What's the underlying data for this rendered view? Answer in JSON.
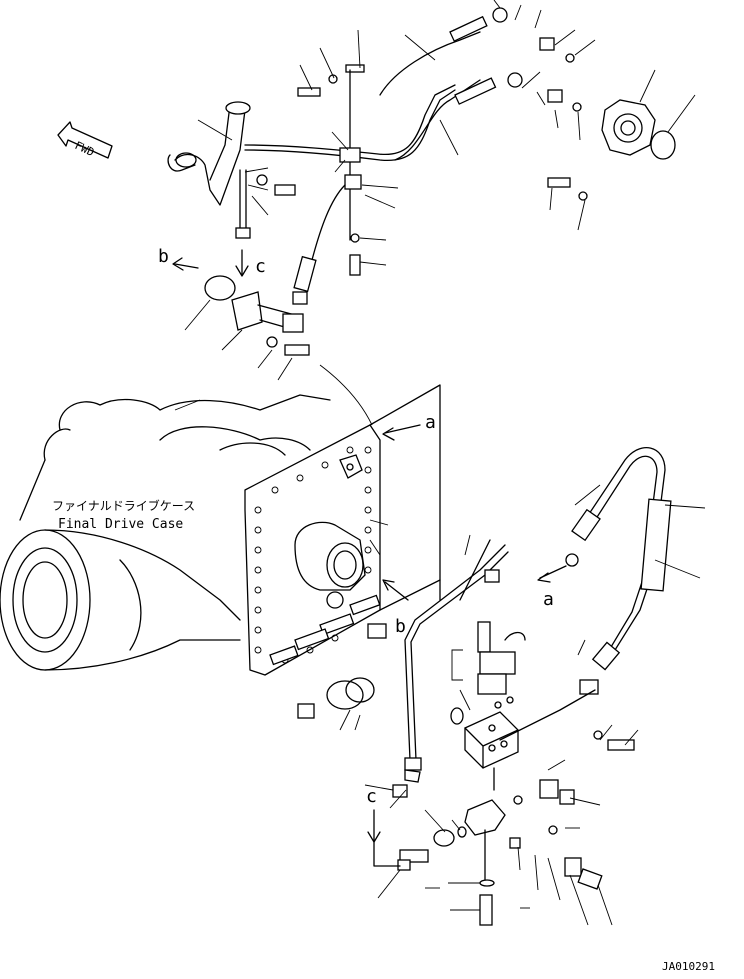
{
  "labels": {
    "fwd": "FWD",
    "case_jp": "ファイナルドライブケース",
    "case_en": "Final Drive Case",
    "ref_a_top": "a",
    "ref_a_bottom": "a",
    "ref_b_left": "b",
    "ref_b_right": "b",
    "ref_c_top": "c",
    "ref_c_bottom": "c",
    "drawing_no": "JA010291"
  },
  "colors": {
    "line": "#000000",
    "background": "#ffffff"
  }
}
